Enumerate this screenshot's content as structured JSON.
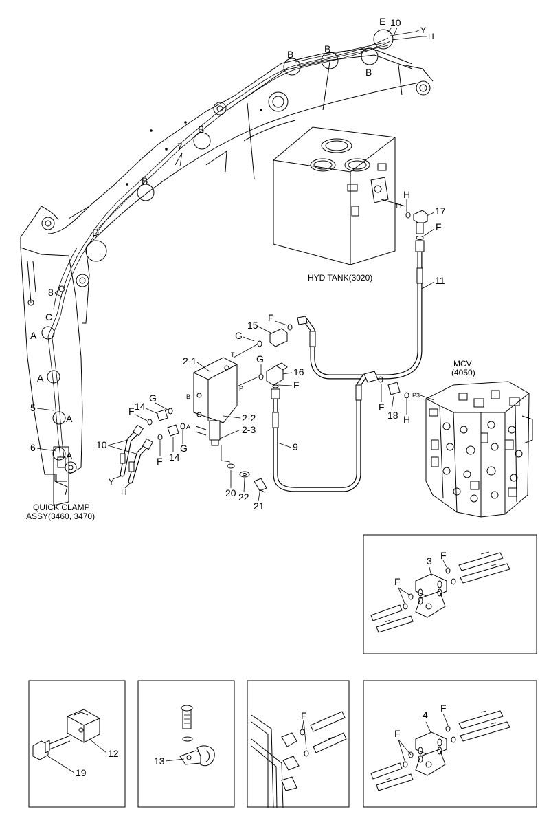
{
  "labels": {
    "E": "E",
    "n10_top": "10",
    "Y": "Y",
    "H": "H",
    "B": "B",
    "D": "D",
    "C": "C",
    "A": "A",
    "n7": "7",
    "n8": "8",
    "n5": "5",
    "n6": "6",
    "n17": "17",
    "F": "F",
    "n11": "11",
    "hyd_tank": "HYD TANK(3020)",
    "T1": "T1",
    "n15": "15",
    "G": "G",
    "n2_1": "2-1",
    "T": "T",
    "P": "P",
    "B_port": "B",
    "A_port": "A",
    "n16": "16",
    "n14": "14",
    "n2_2": "2-2",
    "n2_3": "2-3",
    "n10": "10",
    "n9": "9",
    "n20": "20",
    "n22": "22",
    "n21": "21",
    "n18": "18",
    "P3": "P3",
    "mcv": "MCV",
    "mcv_code": "(4050)",
    "quick_clamp_1": "QUICK CLAMP",
    "quick_clamp_2": "ASSY(3460, 3470)",
    "n3": "3",
    "n4": "4",
    "n12": "12",
    "n19": "19",
    "n13": "13"
  },
  "colors": {
    "line": "#000000",
    "background": "#ffffff"
  }
}
